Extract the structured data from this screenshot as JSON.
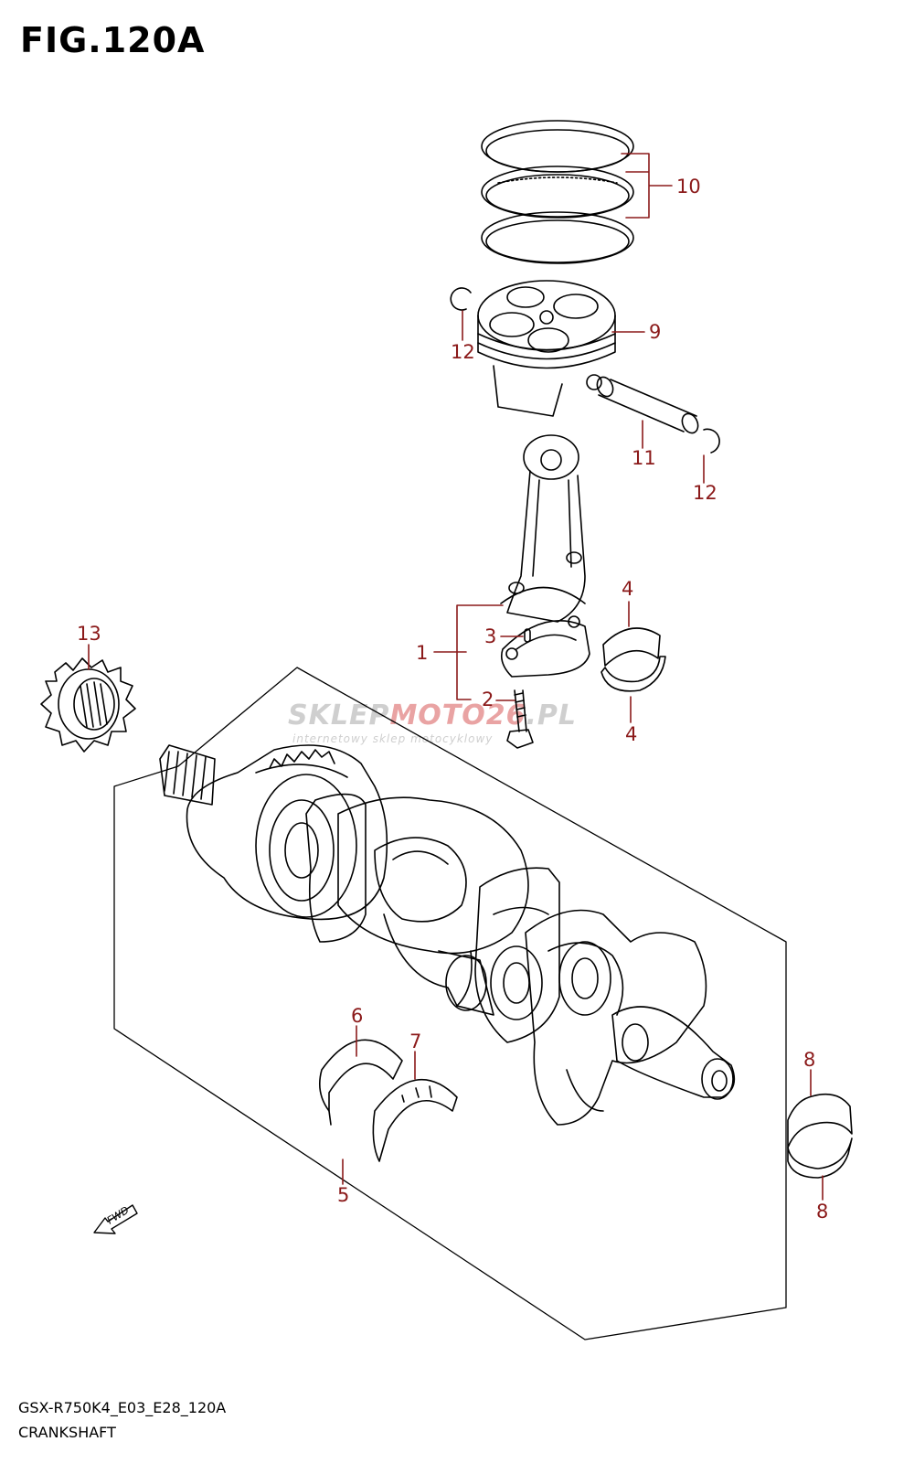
{
  "figure": {
    "title": "FIG.120A",
    "model_code": "GSX-R750K4_E03_E28_120A",
    "section_name": "CRANKSHAFT"
  },
  "watermark": {
    "text_a": "SKLEP",
    "text_b": "MOTO",
    "text_c": "26",
    "text_d": ".PL",
    "subtext": "internetowy sklep motocyklowy"
  },
  "fwd_label": "FWD",
  "callouts": {
    "c1": "1",
    "c2": "2",
    "c3": "3",
    "c4a": "4",
    "c4b": "4",
    "c5": "5",
    "c6": "6",
    "c7": "7",
    "c8a": "8",
    "c8b": "8",
    "c9": "9",
    "c10": "10",
    "c11": "11",
    "c12a": "12",
    "c12b": "12",
    "c13": "13"
  },
  "colors": {
    "callout": "#8b1a1a",
    "line": "#000000",
    "watermark_gray": "#c8c8c8",
    "watermark_red": "#e58a8a"
  }
}
